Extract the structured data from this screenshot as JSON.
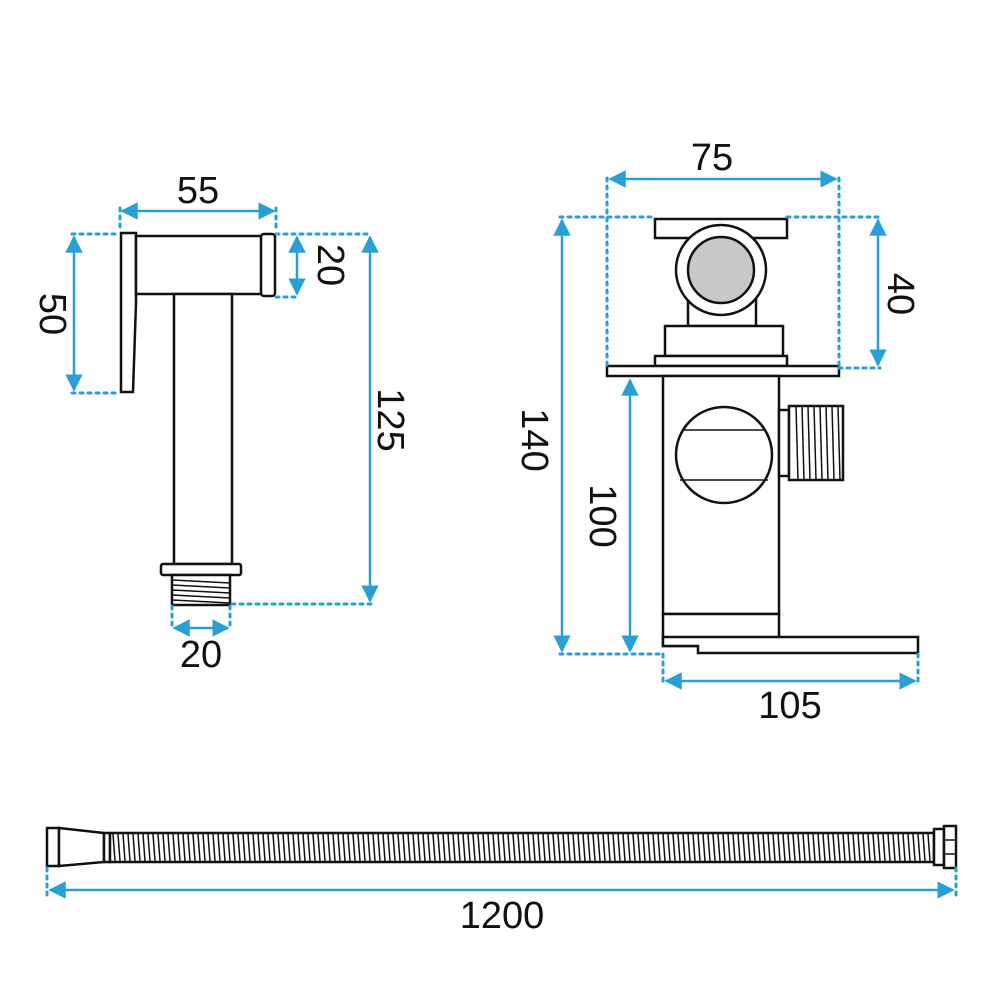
{
  "dimensions": {
    "sprayer_head_width": "55",
    "sprayer_head_height": "50",
    "sprayer_nozzle_diameter": "20",
    "sprayer_total_height": "125",
    "sprayer_thread_width": "20",
    "valve_top_width": "75",
    "valve_top_height": "40",
    "valve_total_height": "140",
    "valve_body_height": "100",
    "valve_base_width": "105",
    "hose_length": "1200"
  },
  "colors": {
    "dimension_line": "#2a9fd6",
    "outline": "#111111",
    "knob_fill": "#c8c8c8"
  }
}
